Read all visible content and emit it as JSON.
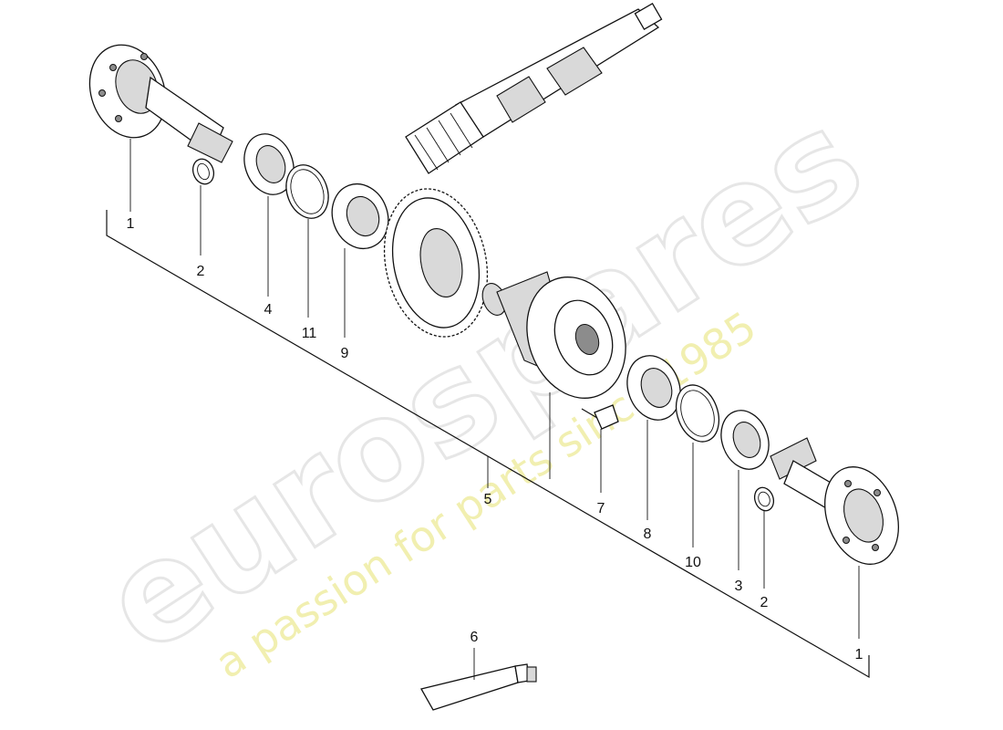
{
  "watermark": {
    "brand": "eurospares",
    "tagline": "a passion for parts since 1985"
  },
  "callouts": [
    {
      "id": "c1a",
      "number": "1"
    },
    {
      "id": "c2a",
      "number": "2"
    },
    {
      "id": "c4",
      "number": "4"
    },
    {
      "id": "c11",
      "number": "11"
    },
    {
      "id": "c9",
      "number": "9"
    },
    {
      "id": "c5",
      "number": "5"
    },
    {
      "id": "c7",
      "number": "7"
    },
    {
      "id": "c8",
      "number": "8"
    },
    {
      "id": "c10",
      "number": "10"
    },
    {
      "id": "c3",
      "number": "3"
    },
    {
      "id": "c2b",
      "number": "2"
    },
    {
      "id": "c1b",
      "number": "1"
    },
    {
      "id": "c6",
      "number": "6"
    }
  ]
}
